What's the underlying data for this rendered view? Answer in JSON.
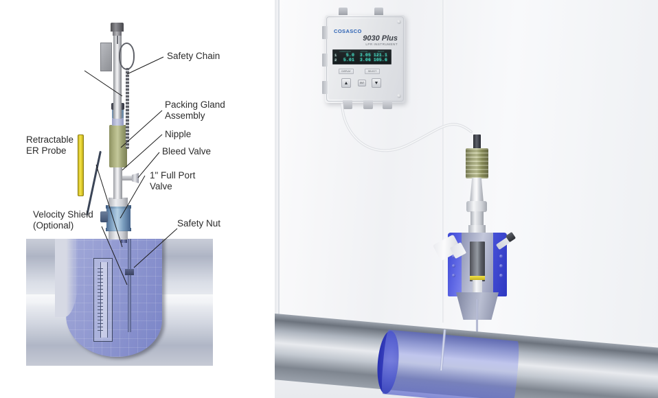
{
  "figure": {
    "kind": "technical-illustration",
    "panels": [
      "labeled-line-diagram",
      "photorealistic-3d-render"
    ]
  },
  "diagram": {
    "title_text": "",
    "labels": [
      {
        "id": "safety-chain",
        "text": "Safety Chain"
      },
      {
        "id": "packing-gland",
        "text": "Packing Gland\nAssembly"
      },
      {
        "id": "nipple",
        "text": "Nipple"
      },
      {
        "id": "bleed-valve",
        "text": "Bleed Valve"
      },
      {
        "id": "full-port-valve",
        "text": "1\" Full Port\nValve"
      },
      {
        "id": "retractable-probe",
        "text": "Retractable\nER Probe"
      },
      {
        "id": "velocity-shield",
        "text": "Velocity Shield\n(Optional)"
      },
      {
        "id": "safety-nut",
        "text": "Safety Nut"
      }
    ],
    "colors": {
      "label_text": "#2b2b2b",
      "leader_line": "#1b1b1b",
      "packing_gland": "#a8ac7f",
      "valve_blue": "#8fb0cd",
      "lever_yellow": "#f2e24e",
      "fluid_blue": "#7b85c8",
      "pipe_gray": "#b0b6c6"
    }
  },
  "render": {
    "instrument": {
      "brand": "COSASCO",
      "model": "9030 Plus",
      "subtitle": "LPR INSTRUMENT",
      "display": {
        "column_headers": [
          "CORROSION",
          "PITTING",
          "RESIST."
        ],
        "rows": [
          {
            "channel": "1",
            "values": [
              "5.0",
              "3.05",
              "121.1"
            ]
          },
          {
            "channel": "2",
            "values": [
              "5.01",
              "3.06",
              "105.6"
            ]
          }
        ]
      },
      "button_labels": [
        "DISPLAY",
        "SELECT"
      ],
      "buttons": [
        {
          "id": "scroll-up-button",
          "glyph": "▲"
        },
        {
          "id": "enter-button",
          "glyph": "ENT"
        },
        {
          "id": "scroll-down-button",
          "glyph": "▼"
        }
      ]
    },
    "components": [
      "signal-cable",
      "probe-connector",
      "packing-gland",
      "nipple",
      "full-port-valve-cutaway",
      "retractable-er-probe",
      "process-pipe"
    ],
    "colors": {
      "wall": "#f5f6f8",
      "enclosure": "#e4e6e9",
      "lcd_background": "#1b2022",
      "lcd_text": "#46d9c2",
      "brand_blue": "#2c62b4",
      "valve_blue": "#4b55da",
      "pipe_steel": "#8d949e",
      "pipe_fluid_blue": "#5c68d4",
      "yellow_seal": "#f1e24c",
      "packing_gland_olive": "#b7ba8d"
    }
  }
}
